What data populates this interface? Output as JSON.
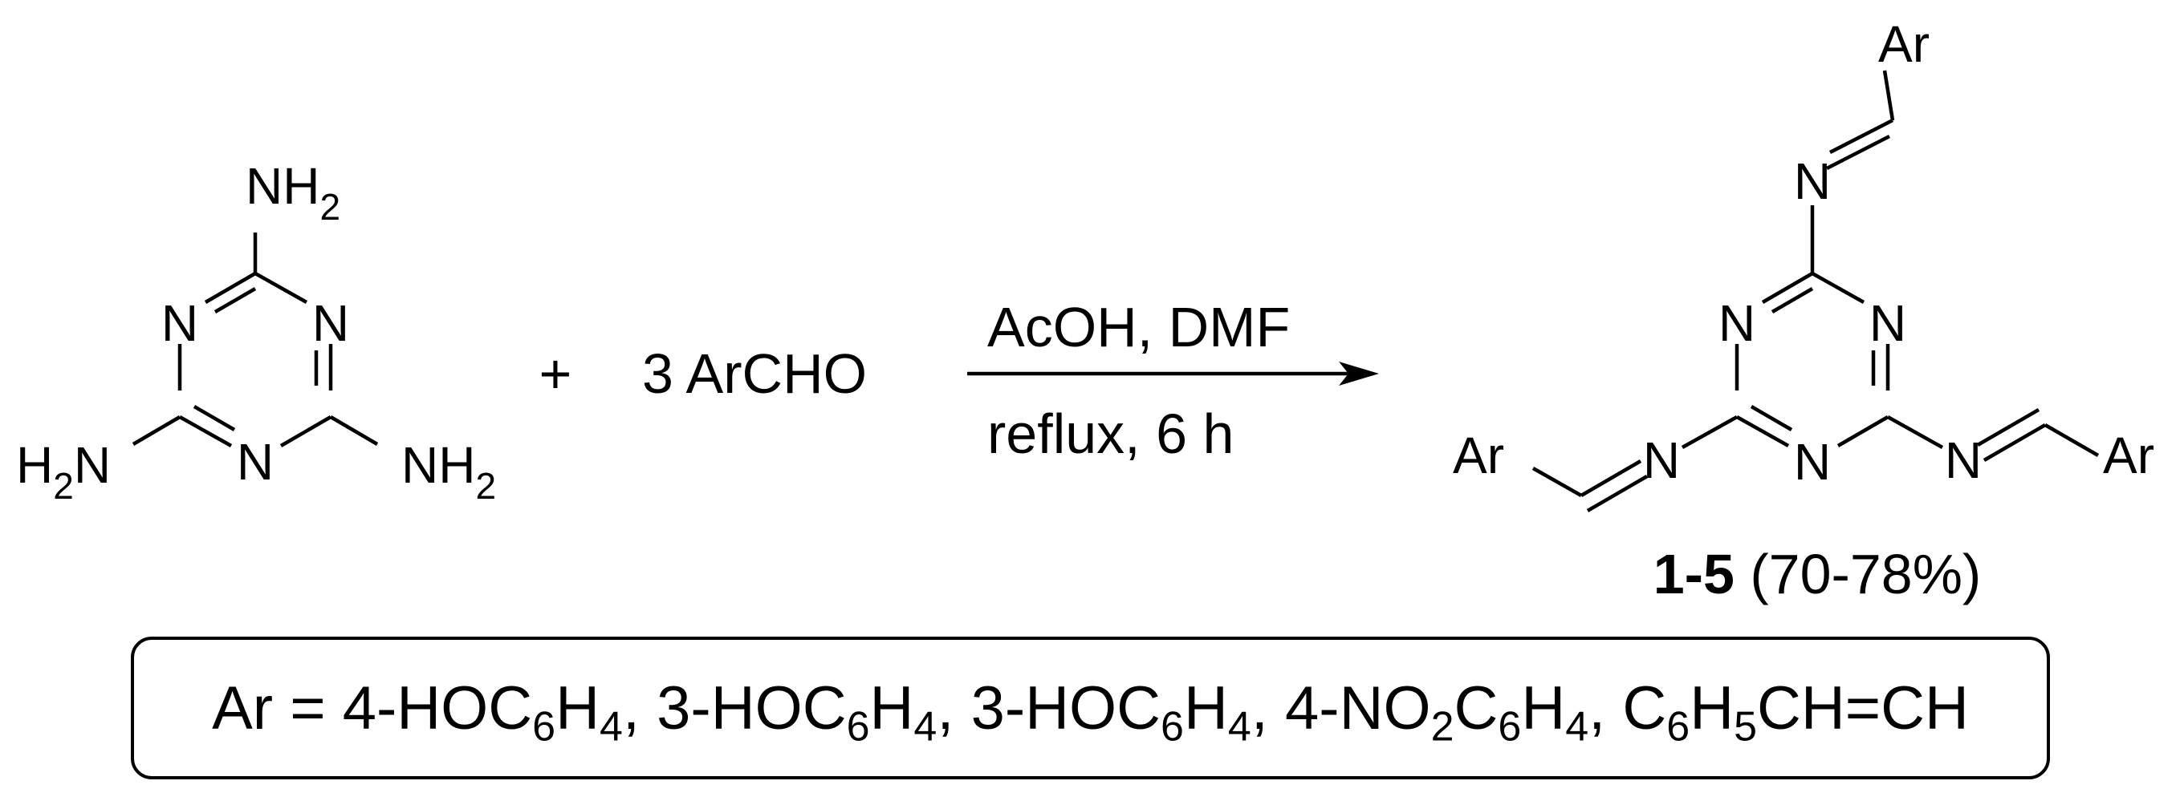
{
  "reactant": {
    "ring_atoms": [
      "N",
      "N",
      "N"
    ],
    "amine_groups": [
      {
        "main": "NH",
        "sub": "2"
      },
      {
        "main": "H",
        "sub": "2",
        "tail": "N"
      },
      {
        "main": "NH",
        "sub": "2"
      }
    ]
  },
  "plus_sign": "+",
  "reagent": "3 ArCHO",
  "conditions": {
    "above_arrow": "AcOH, DMF",
    "below_arrow": "reflux, 6 h"
  },
  "product": {
    "ring_atoms": [
      "N",
      "N",
      "N"
    ],
    "imine_atoms": [
      "N",
      "N",
      "N"
    ],
    "aryl_groups": [
      "Ar",
      "Ar",
      "Ar"
    ],
    "label_bold": "1-5",
    "label_yield": " (70-78%)"
  },
  "substituents": {
    "prefix": "Ar = ",
    "list": [
      {
        "parts": [
          {
            "t": "4-HOC"
          },
          {
            "s": "6"
          },
          {
            "t": "H"
          },
          {
            "s": "4"
          }
        ]
      },
      {
        "parts": [
          {
            "t": "3-HOC"
          },
          {
            "s": "6"
          },
          {
            "t": "H"
          },
          {
            "s": "4"
          }
        ]
      },
      {
        "parts": [
          {
            "t": "3-HOC"
          },
          {
            "s": "6"
          },
          {
            "t": "H"
          },
          {
            "s": "4"
          }
        ]
      },
      {
        "parts": [
          {
            "t": "4-NO"
          },
          {
            "s": "2"
          },
          {
            "t": "C"
          },
          {
            "s": "6"
          },
          {
            "t": "H"
          },
          {
            "s": "4"
          }
        ]
      },
      {
        "parts": [
          {
            "t": "C"
          },
          {
            "s": "6"
          },
          {
            "t": "H"
          },
          {
            "s": "5"
          },
          {
            "t": "CH=CH"
          }
        ]
      }
    ],
    "separator": ", "
  }
}
